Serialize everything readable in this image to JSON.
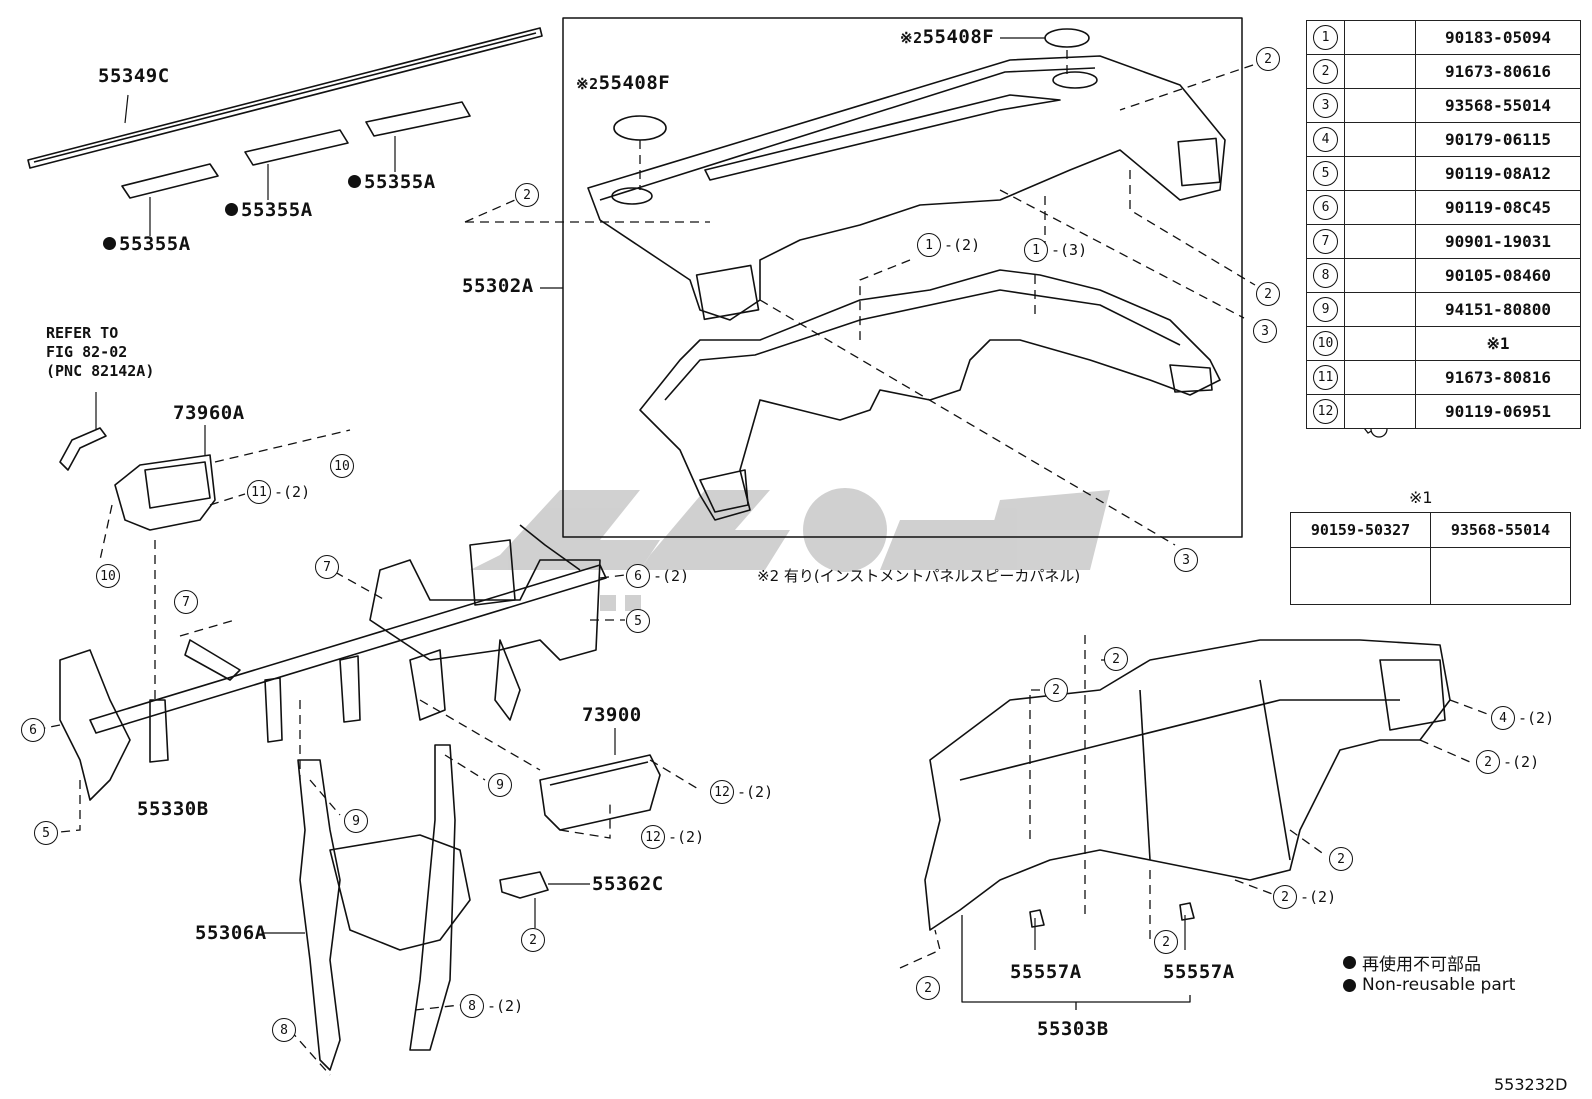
{
  "labels": {
    "p55349c": "55349C",
    "p55355a_1": "55355A",
    "p55355a_2": "55355A",
    "p55355a_3": "55355A",
    "p55408f_top": "55408F",
    "p55408f_left": "55408F",
    "p55302a": "55302A",
    "refer_line1": "REFER TO",
    "refer_line2": "FIG 82-02",
    "refer_line3": "(PNC 82142A)",
    "p73960a": "73960A",
    "p55330b": "55330B",
    "p73900": "73900",
    "p55362c": "55362C",
    "p55306a": "55306A",
    "p55557a_1": "55557A",
    "p55557a_2": "55557A",
    "p55303b": "55303B",
    "note2_prefix": "※2",
    "note1_symbol": "※1",
    "speaker_note": "※2 有り(インストメントパネルスピーカパネル)",
    "diagram_id": "553232D"
  },
  "callouts": {
    "c2_top_right": {
      "num": "2",
      "qty": ""
    },
    "c2_left_cover": {
      "num": "2",
      "qty": ""
    },
    "c1_2": {
      "num": "1",
      "qty": "-(2)"
    },
    "c1_3": {
      "num": "1",
      "qty": "-(3)"
    },
    "c2_right_mid": {
      "num": "2",
      "qty": ""
    },
    "c3_right": {
      "num": "3",
      "qty": ""
    },
    "c3_bottom": {
      "num": "3",
      "qty": ""
    },
    "c10_top": {
      "num": "10",
      "qty": ""
    },
    "c11_2": {
      "num": "11",
      "qty": "-(2)"
    },
    "c10_bottom": {
      "num": "10",
      "qty": ""
    },
    "c7_a": {
      "num": "7",
      "qty": ""
    },
    "c7_b": {
      "num": "7",
      "qty": ""
    },
    "c6_2": {
      "num": "6",
      "qty": "-(2)"
    },
    "c5_right": {
      "num": "5",
      "qty": ""
    },
    "c6_left": {
      "num": "6",
      "qty": ""
    },
    "c5_left": {
      "num": "5",
      "qty": ""
    },
    "c9_a": {
      "num": "9",
      "qty": ""
    },
    "c9_b": {
      "num": "9",
      "qty": ""
    },
    "c12_2a": {
      "num": "12",
      "qty": "-(2)"
    },
    "c12_2b": {
      "num": "12",
      "qty": "-(2)"
    },
    "c2_55362c": {
      "num": "2",
      "qty": ""
    },
    "c8_2": {
      "num": "8",
      "qty": "-(2)"
    },
    "c8": {
      "num": "8",
      "qty": ""
    },
    "c2_b1": {
      "num": "2",
      "qty": ""
    },
    "c2_b2": {
      "num": "2",
      "qty": ""
    },
    "c4_2": {
      "num": "4",
      "qty": "-(2)"
    },
    "c2_2a": {
      "num": "2",
      "qty": "-(2)"
    },
    "c2_b3": {
      "num": "2",
      "qty": ""
    },
    "c2_2b": {
      "num": "2",
      "qty": "-(2)"
    },
    "c2_b4": {
      "num": "2",
      "qty": ""
    },
    "c2_b5": {
      "num": "2",
      "qty": ""
    }
  },
  "fastener_table": [
    {
      "no": "1",
      "part": "90183-05094",
      "icon": "clip-nut-icon"
    },
    {
      "no": "2",
      "part": "91673-80616",
      "icon": "flange-bolt-icon"
    },
    {
      "no": "3",
      "part": "93568-55014",
      "icon": "screw-icon"
    },
    {
      "no": "4",
      "part": "90179-06115",
      "icon": "nut-icon"
    },
    {
      "no": "5",
      "part": "90119-08A12",
      "icon": "flange-bolt-icon"
    },
    {
      "no": "6",
      "part": "90119-08C45",
      "icon": "long-bolt-icon"
    },
    {
      "no": "7",
      "part": "90901-19031",
      "icon": "flange-bolt-icon"
    },
    {
      "no": "8",
      "part": "90105-08460",
      "icon": "flange-bolt-icon"
    },
    {
      "no": "9",
      "part": "94151-80800",
      "icon": "nut-icon"
    },
    {
      "no": "10",
      "part": "※1",
      "icon": "flange-bolt-icon"
    },
    {
      "no": "11",
      "part": "91673-80816",
      "icon": "flange-bolt-icon"
    },
    {
      "no": "12",
      "part": "90119-06951",
      "icon": "flange-bolt-icon"
    }
  ],
  "note1_table": {
    "title": "※1",
    "parts": [
      "90159-50327",
      "93568-55014"
    ]
  },
  "legend": {
    "line1": "再使用不可部品",
    "line2": "Non-reusable part"
  },
  "colors": {
    "line": "#111111",
    "watermark": "#c9c9c9"
  }
}
